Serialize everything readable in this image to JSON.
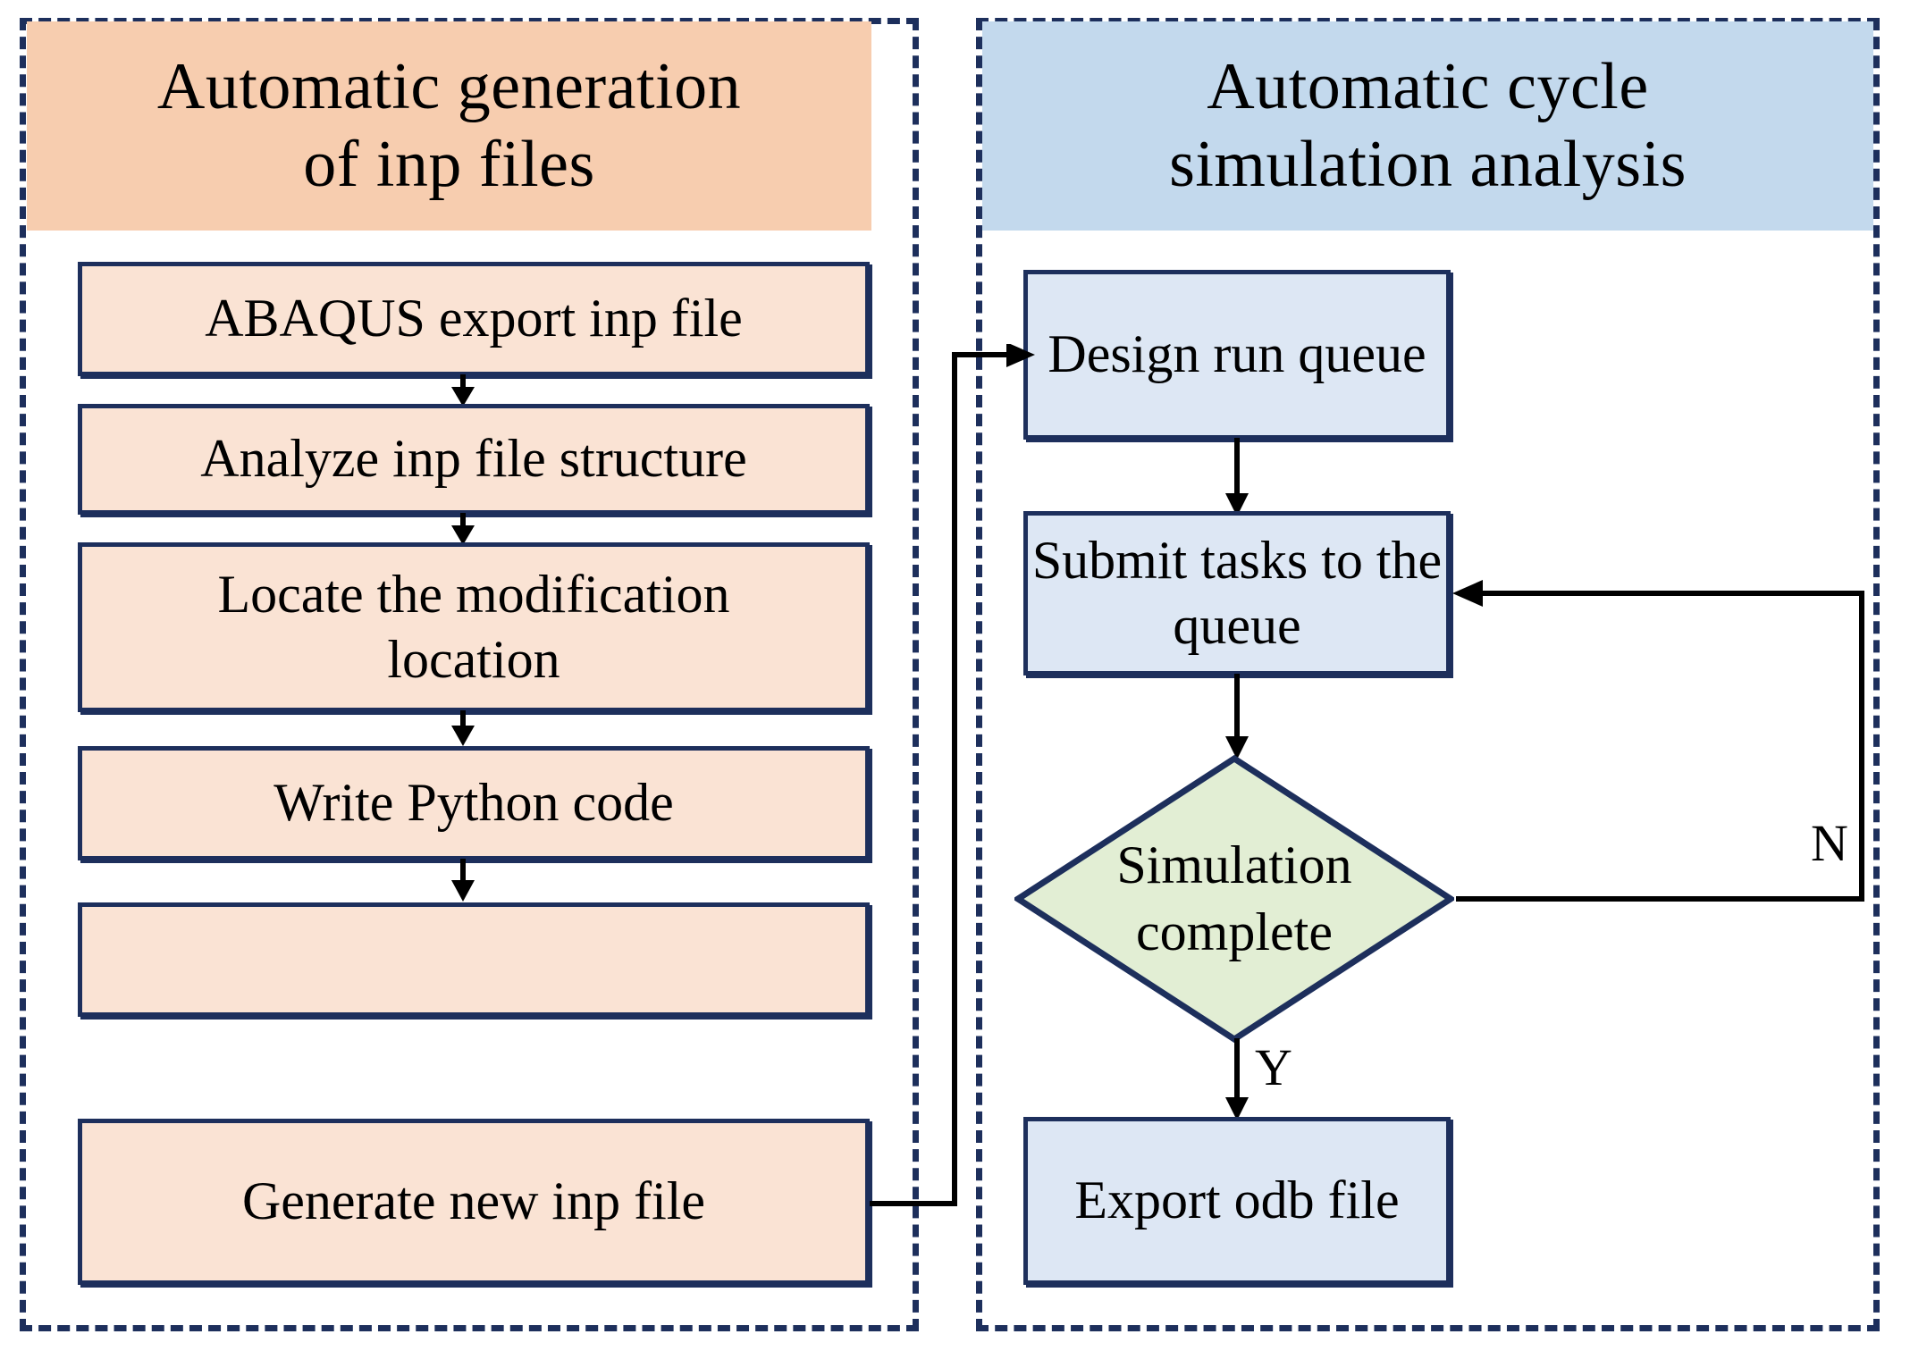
{
  "diagram": {
    "title": "ABAQUS automatic inp generation and cycle simulation workflow",
    "type": "flowchart",
    "colors": {
      "panel_border": "#1d2f5c",
      "header_orange": "#f7cdaf",
      "header_blue": "#c3d9ed",
      "node_orange": "#fae3d4",
      "node_blue": "#dde7f4",
      "node_green": "#e2eed4",
      "node_border": "#1d2f5c",
      "arrow": "#000000",
      "text": "#000000"
    }
  },
  "left_panel": {
    "header": "Automatic generation of inp files",
    "header_line1": "Automatic generation",
    "header_line2": "of inp files",
    "nodes": [
      {
        "id": "abaqus-export",
        "label": "ABAQUS export inp file"
      },
      {
        "id": "analyze-structure",
        "label": "Analyze inp file  structure"
      },
      {
        "id": "locate-modification",
        "label_line1": "Locate the modification",
        "label_line2": "location"
      },
      {
        "id": "write-python",
        "label": "Write Python code"
      },
      {
        "id": "generate-new-inp",
        "label": "Generate new inp file"
      }
    ]
  },
  "right_panel": {
    "header": "Automatic cycle simulation analysis",
    "header_line1": "Automatic cycle",
    "header_line2": "simulation  analysis",
    "nodes": [
      {
        "id": "design-run-queue",
        "label": "Design run queue"
      },
      {
        "id": "submit-tasks",
        "label": "Submit tasks to the queue"
      },
      {
        "id": "simulation-complete",
        "label_line1": "Simulation",
        "label_line2": "complete",
        "shape": "diamond"
      },
      {
        "id": "export-odb",
        "label": "Export odb file"
      }
    ],
    "branch_labels": {
      "no": "N",
      "yes": "Y"
    }
  },
  "edges": [
    {
      "from": "abaqus-export",
      "to": "analyze-structure"
    },
    {
      "from": "analyze-structure",
      "to": "locate-modification"
    },
    {
      "from": "locate-modification",
      "to": "write-python"
    },
    {
      "from": "write-python",
      "to": "generate-new-inp"
    },
    {
      "from": "generate-new-inp",
      "to": "design-run-queue"
    },
    {
      "from": "design-run-queue",
      "to": "submit-tasks"
    },
    {
      "from": "submit-tasks",
      "to": "simulation-complete"
    },
    {
      "from": "simulation-complete",
      "to": "submit-tasks",
      "label": "N"
    },
    {
      "from": "simulation-complete",
      "to": "export-odb",
      "label": "Y"
    }
  ]
}
